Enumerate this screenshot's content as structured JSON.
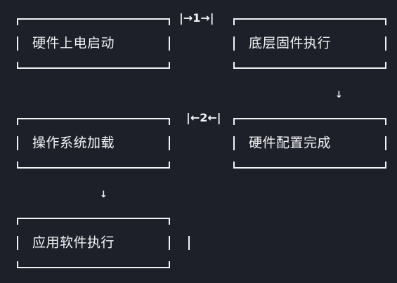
{
  "boxes": [
    {
      "label": "硬件上电启动"
    },
    {
      "label": "底层固件执行"
    },
    {
      "label": "操作系统加载"
    },
    {
      "label": "硬件配置完成"
    },
    {
      "label": "应用软件执行"
    }
  ],
  "connectors": {
    "first": "|→1→|",
    "second": "|←2←|",
    "down_arrow": "↓"
  }
}
